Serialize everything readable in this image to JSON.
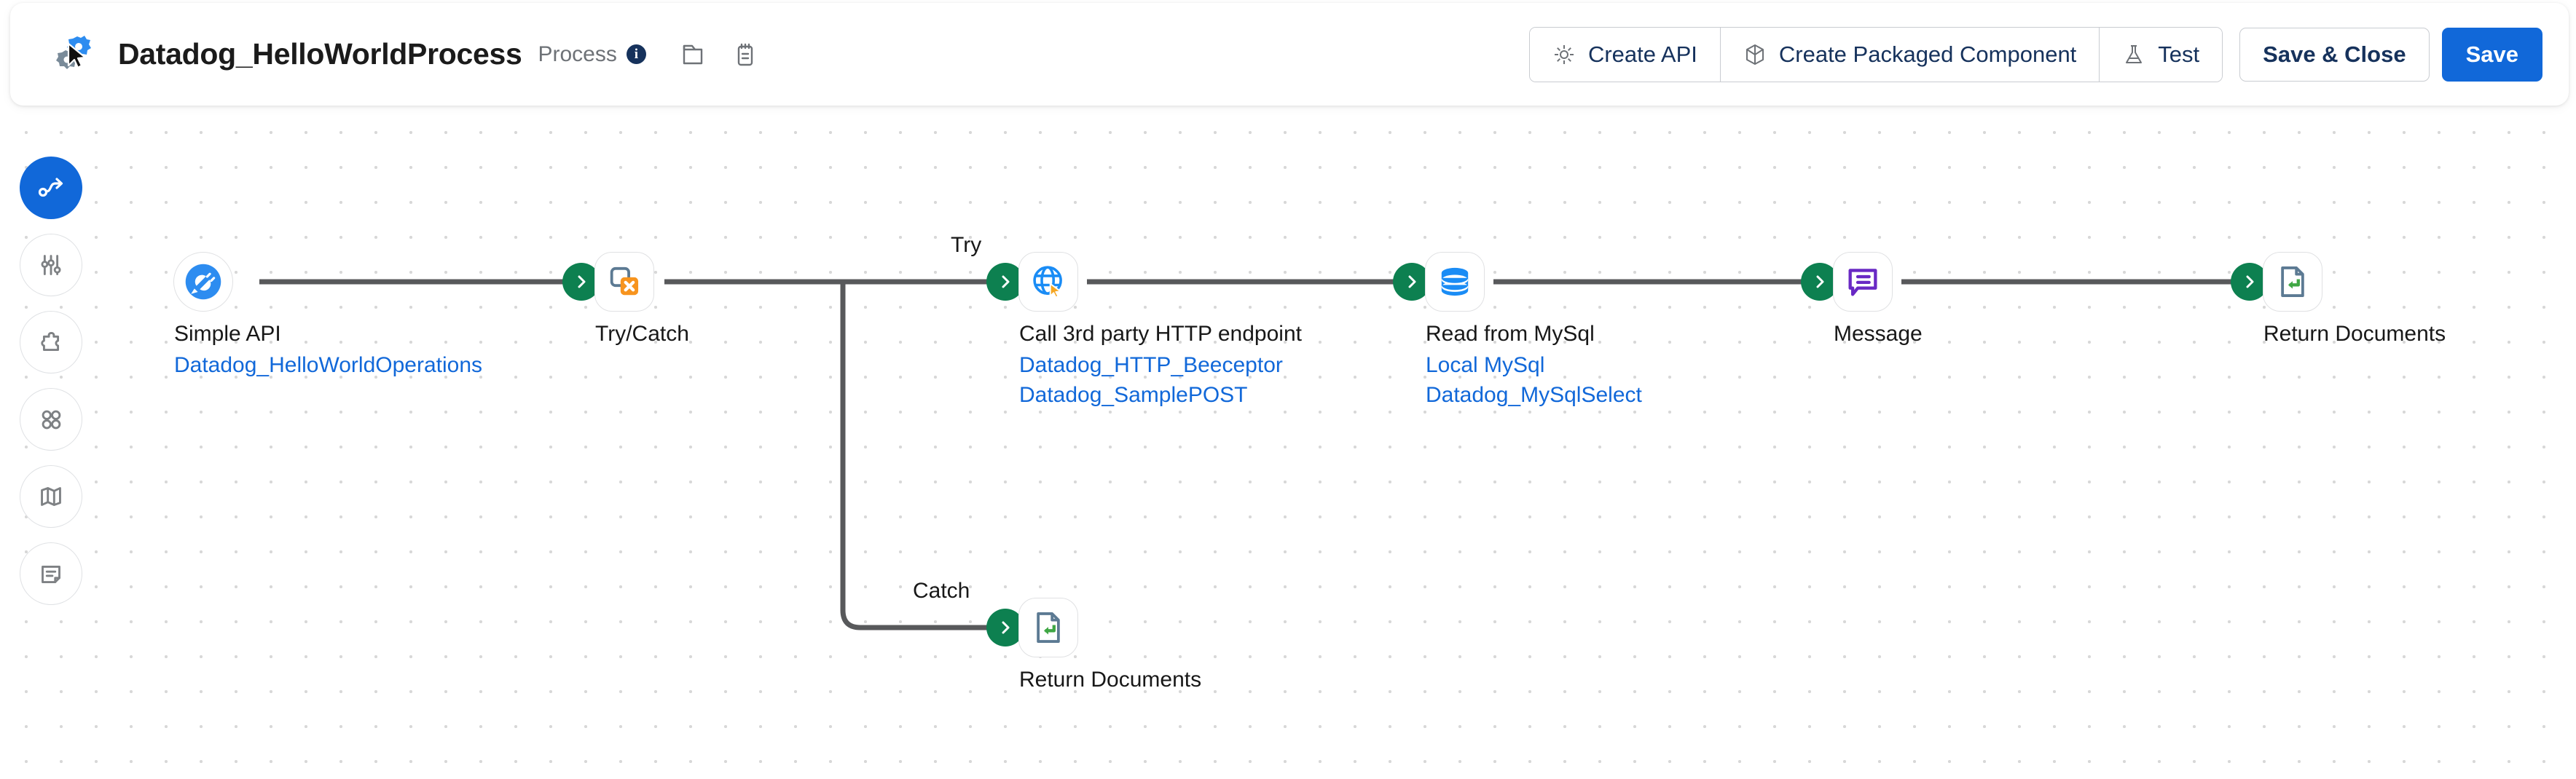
{
  "header": {
    "logo_icon": "gears-cursor-logo-icon",
    "title": "Datadog_HelloWorldProcess",
    "subtype": "Process",
    "info_badge": "i",
    "folder_icon": "folder-icon",
    "notepad_icon": "notepad-icon",
    "buttons": {
      "create_api": "Create API",
      "create_api_icon": "gear-icon",
      "create_packaged_component": "Create Packaged Component",
      "create_packaged_component_icon": "package-cube-icon",
      "test": "Test",
      "test_icon": "flask-icon",
      "save_and_close": "Save & Close",
      "save": "Save"
    }
  },
  "sidebar": {
    "items": [
      {
        "name": "process-flow",
        "icon": "flow-arrow-icon",
        "active": true
      },
      {
        "name": "settings-sliders",
        "icon": "sliders-icon",
        "active": false
      },
      {
        "name": "extensions",
        "icon": "puzzle-piece-icon",
        "active": false
      },
      {
        "name": "components",
        "icon": "four-circles-icon",
        "active": false
      },
      {
        "name": "map",
        "icon": "map-icon",
        "active": false
      },
      {
        "name": "notes",
        "icon": "note-document-icon",
        "active": false
      }
    ]
  },
  "flow": {
    "branch_labels": {
      "try": "Try",
      "catch": "Catch"
    },
    "nodes": [
      {
        "id": "simple-api",
        "icon": "plug-connector-icon",
        "title": "Simple API",
        "subs": [
          "Datadog_HelloWorldOperations"
        ],
        "has_arrow": false
      },
      {
        "id": "try-catch",
        "icon": "try-catch-icon",
        "title": "Try/Catch",
        "subs": [],
        "has_arrow": true
      },
      {
        "id": "call-http-endpoint",
        "icon": "globe-cursor-icon",
        "title": "Call 3rd party HTTP endpoint",
        "subs": [
          "Datadog_HTTP_Beeceptor",
          "Datadog_SamplePOST"
        ],
        "has_arrow": true
      },
      {
        "id": "read-from-mysql",
        "icon": "database-icon",
        "title": "Read from MySql",
        "subs": [
          "Local MySql",
          "Datadog_MySqlSelect"
        ],
        "has_arrow": true
      },
      {
        "id": "message",
        "icon": "message-bubble-icon",
        "title": "Message",
        "subs": [],
        "has_arrow": true
      },
      {
        "id": "return-documents-main",
        "icon": "return-document-icon",
        "title": "Return Documents",
        "subs": [],
        "has_arrow": true
      },
      {
        "id": "return-documents-catch",
        "icon": "return-document-icon",
        "title": "Return Documents",
        "subs": [],
        "has_arrow": true
      }
    ]
  },
  "colors": {
    "accent_blue": "#1168d9",
    "link_blue": "#1168d9",
    "green_arrow": "#0d8050",
    "orange_badge": "#f7941e",
    "purple_message": "#6929c4",
    "slate": "#5c7a93",
    "navy_text": "#16325c",
    "connector_gray": "#58595b"
  }
}
